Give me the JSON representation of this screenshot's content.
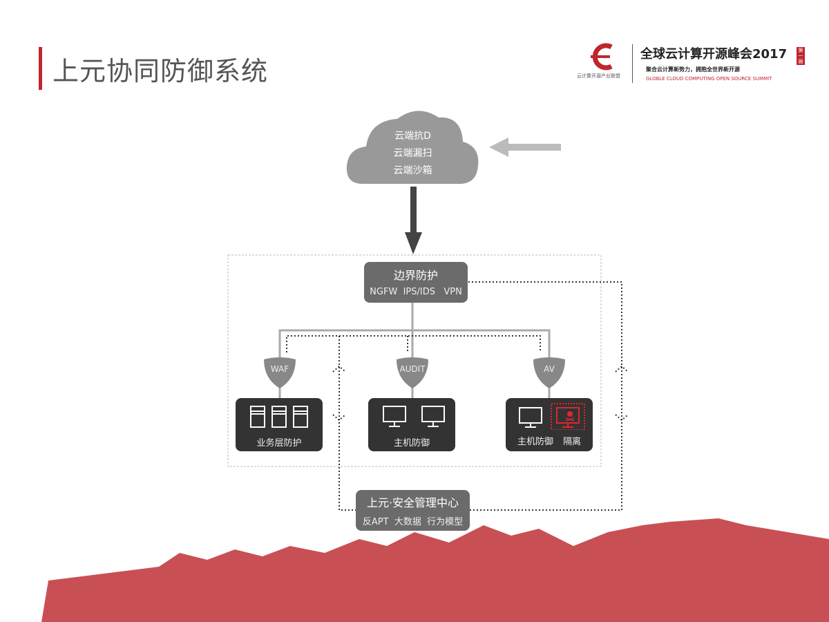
{
  "title": "上元协同防御系统",
  "logo": {
    "alliance": "云计算开源产业联盟",
    "summit": "全球云计算开源峰会2017",
    "badge": "第一届",
    "slogan": "聚合云计算新势力，拥抱全世界新开源",
    "english": "GLOBLE CLOUD COMPUTING OPEN SOURCE SUMMIT"
  },
  "cloud": {
    "lines": [
      "云端抗D",
      "云端漏扫",
      "云端沙箱"
    ]
  },
  "border": {
    "title": "边界防护",
    "items": "NGFW  IPS/IDS   VPN"
  },
  "shields": [
    "WAF",
    "AUDIT",
    "AV"
  ],
  "nodes": [
    {
      "label": "业务层防护"
    },
    {
      "label": "主机防御"
    },
    {
      "label": "主机防御",
      "label2": "隔离"
    }
  ],
  "center": {
    "title": "上元·安全管理中心",
    "items": "反APT  大数据  行为模型"
  },
  "colors": {
    "accent": "#c0262d",
    "quarantine": "#e0262d"
  }
}
